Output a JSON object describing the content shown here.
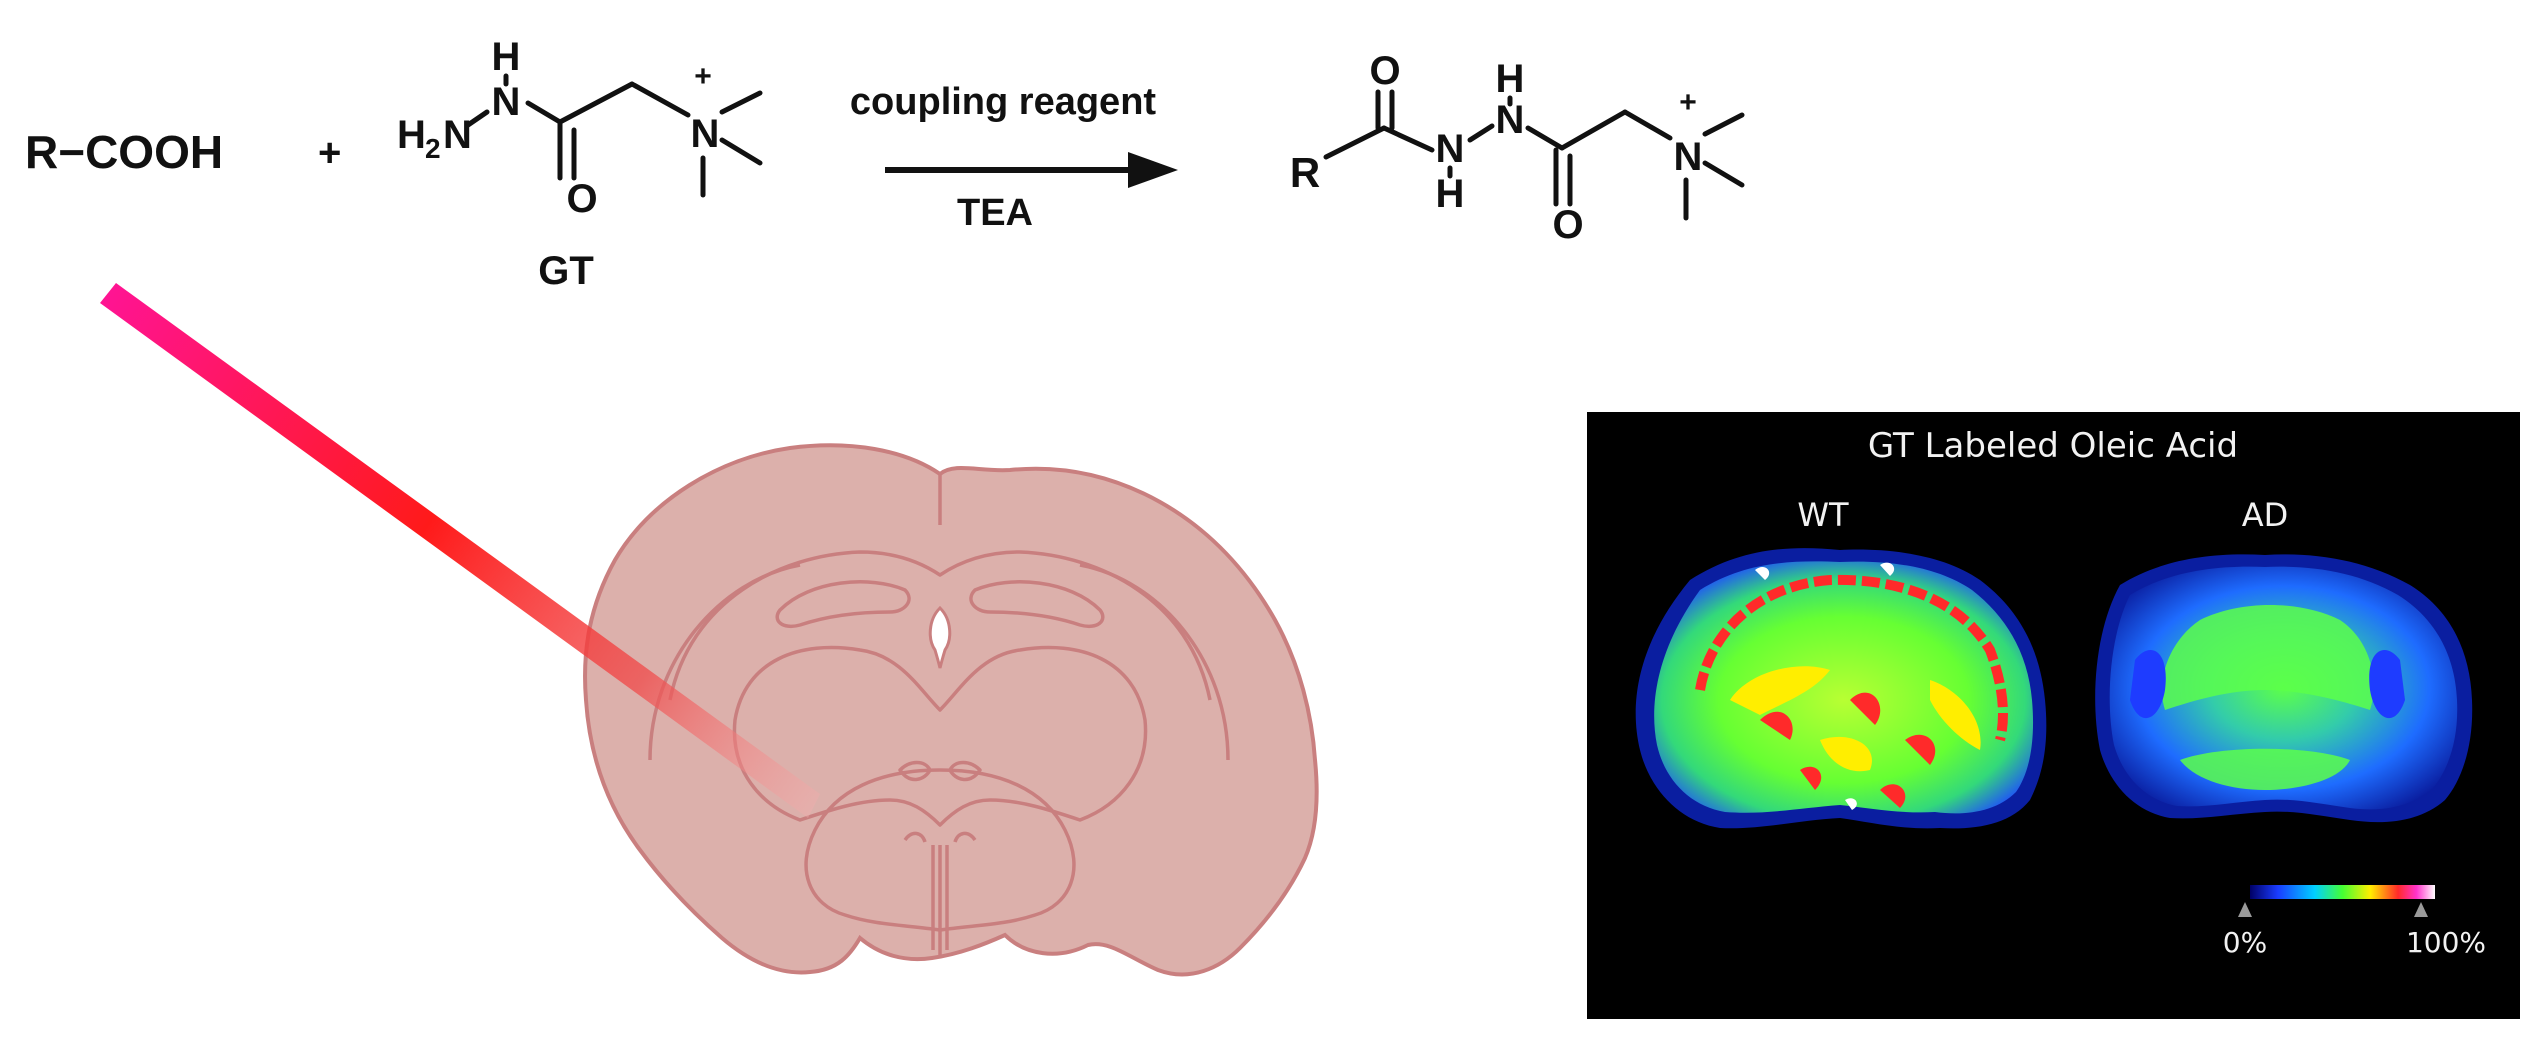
{
  "reaction": {
    "reactant1": "R−COOH",
    "plus": "+",
    "gt_atoms": {
      "h": "H",
      "h2": "H",
      "n_sub": "2",
      "n1": "N",
      "n2": "N",
      "o": "O",
      "nplus": "N",
      "charge": "+"
    },
    "gt_label": "GT",
    "condition_above": "coupling reagent",
    "condition_below": "TEA",
    "product_atoms": {
      "r": "R",
      "o1": "O",
      "n1": "N",
      "h1": "H",
      "n2": "N",
      "h2": "H",
      "o2": "O",
      "nplus": "N",
      "charge": "+"
    }
  },
  "msi_panel": {
    "title": "GT Labeled Oleic Acid",
    "label_left": "WT",
    "label_right": "AD",
    "scale_min": "0%",
    "scale_max": "100%",
    "background": "#000000"
  },
  "colors": {
    "laser_start": "#ff1493",
    "laser_mid": "#ff1a1a",
    "brain_fill": "#dcb0ab",
    "brain_stroke": "#c97f7f",
    "ion_low": "#1e3cff",
    "ion_mid": "#66ff33",
    "ion_high": "#ff2a2a"
  }
}
